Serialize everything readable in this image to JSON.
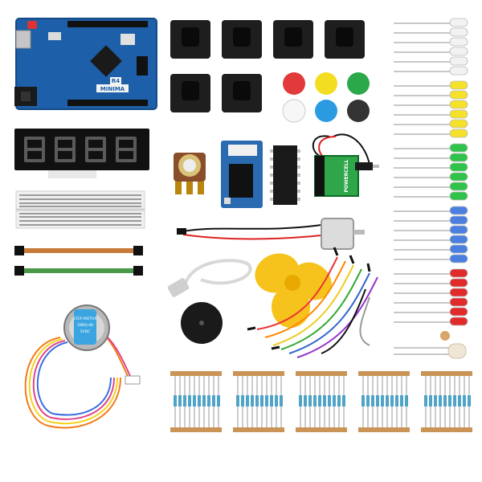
{
  "board": {
    "model_label": "R4",
    "name_label": "MINIMA",
    "color": "#1d5fa8"
  },
  "stepper_motor": {
    "sticker_lines": [
      "STEP MOTOR",
      "28BYJ-48",
      "5VDC"
    ]
  },
  "battery": {
    "brand_label": "POWERCELL"
  },
  "led_colors": {
    "white": "#f2f2f2",
    "yellow": "#f5e12a",
    "green": "#2fc34a",
    "blue": "#4a7fe0",
    "red": "#e12a2a"
  },
  "button_cap_colors": [
    "#e23a3a",
    "#f3dd22",
    "#2aa84a",
    "#f7f7f7",
    "#2a9be0",
    "#333333"
  ],
  "fan_color": "#f6c21c",
  "resistor_band_colors": [
    "#8b4a1e",
    "#1a1a1a",
    "#c8331f",
    "#d8a530"
  ]
}
